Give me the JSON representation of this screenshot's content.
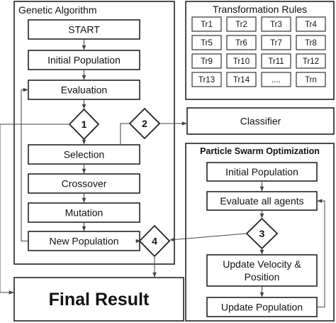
{
  "ga": {
    "title": "Genetic Algorithm",
    "start": "START",
    "initial_population": "Initial Population",
    "evaluation": "Evaluation",
    "selection": "Selection",
    "crossover": "Crossover",
    "mutation": "Mutation",
    "new_population": "New Population"
  },
  "rules": {
    "title": "Transformation Rules",
    "cells": [
      "Tr1",
      "Tr2",
      "Tr3",
      "Tr4",
      "Tr5",
      "Tr6",
      "Tr7",
      "Tr8",
      "Tr9",
      "Tr10",
      "Tr11",
      "Tr12",
      "Tr13",
      "Tr14",
      "....",
      "Trn"
    ]
  },
  "classifier": "Classifier",
  "pso": {
    "title": "Particle Swarm Optimization",
    "initial_population": "Initial Population",
    "evaluate_agents": "Evaluate all agents",
    "update_velocity_line1": "Update Velocity &",
    "update_velocity_line2": "Position",
    "update_population": "Update Population"
  },
  "decisions": [
    "1",
    "2",
    "3",
    "4"
  ],
  "final_result": "Final Result"
}
